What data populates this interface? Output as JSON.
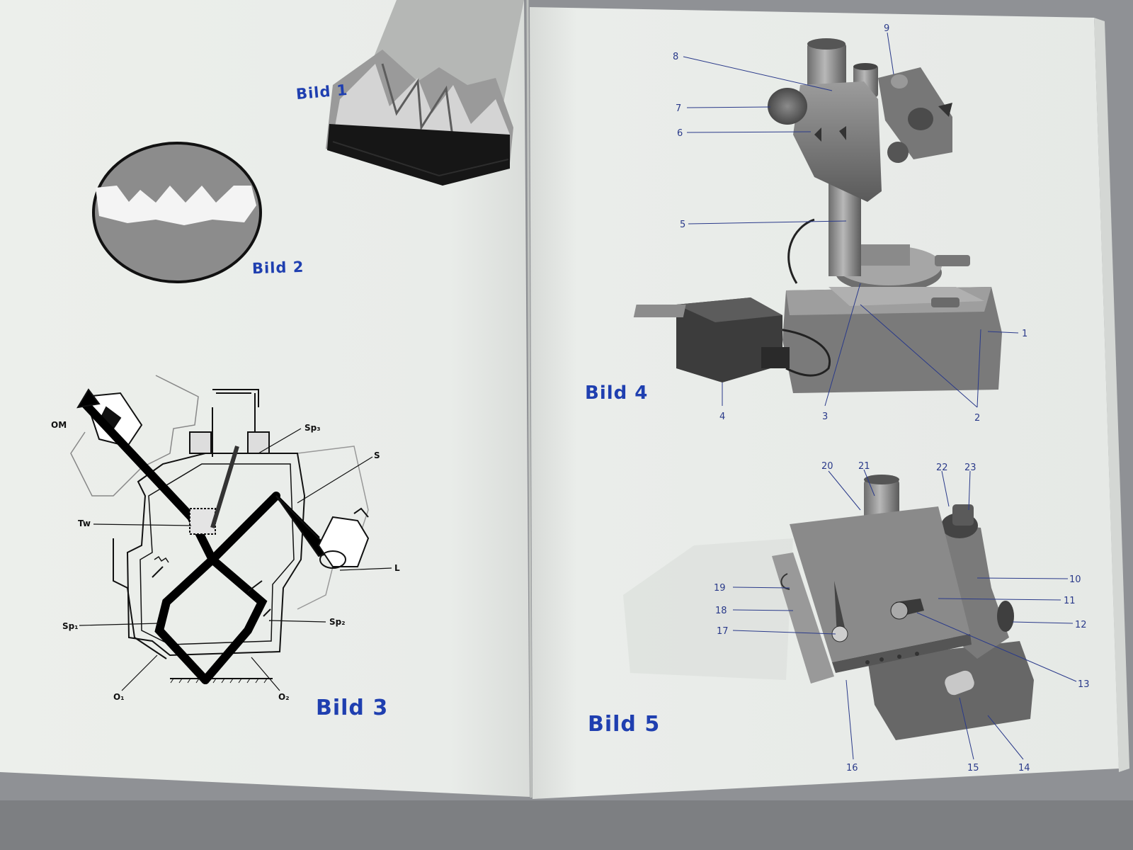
{
  "captions": {
    "bild1": "Bild 1",
    "bild2": "Bild 2",
    "bild3": "Bild 3",
    "bild4": "Bild 4",
    "bild5": "Bild 5"
  },
  "diagram_labels": {
    "om": "OM",
    "sp3": "Sp₃",
    "s": "S",
    "tw": "Tw",
    "l": "L",
    "sp1": "Sp₁",
    "sp2": "Sp₂",
    "o1": "O₁",
    "o2": "O₂"
  },
  "bild4_callouts": [
    "1",
    "2",
    "3",
    "4",
    "5",
    "6",
    "7",
    "8",
    "9"
  ],
  "bild5_callouts": [
    "10",
    "11",
    "12",
    "13",
    "14",
    "15",
    "16",
    "17",
    "18",
    "19",
    "20",
    "21",
    "22",
    "23"
  ],
  "colors": {
    "page": "#eff1ee",
    "caption_blue": "#1f3fb0",
    "callout_line": "#2a3a8a"
  }
}
